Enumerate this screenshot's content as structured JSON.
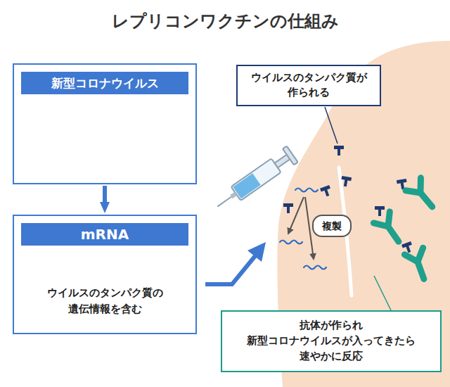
{
  "diagram": {
    "title": "レプリコンワクチンの仕組み",
    "nodes": [
      {
        "text": [
          "新型コロナウイルス"
        ]
      },
      {
        "text": [
          "mRNA",
          "ウイルスのタンパク質の 遺伝情報を含む"
        ]
      },
      {
        "text": [
          "ウイルスのタンパク質が 作られる"
        ]
      },
      {
        "text": [
          "複製"
        ]
      },
      {
        "text": [
          "抗体が作られ 新型コロナウイルスが入ってきたら 速やかに反応"
        ]
      }
    ],
    "edges": [
      {
        "from": 0,
        "to": 1,
        "arrow": "to"
      }
    ]
  }
}
